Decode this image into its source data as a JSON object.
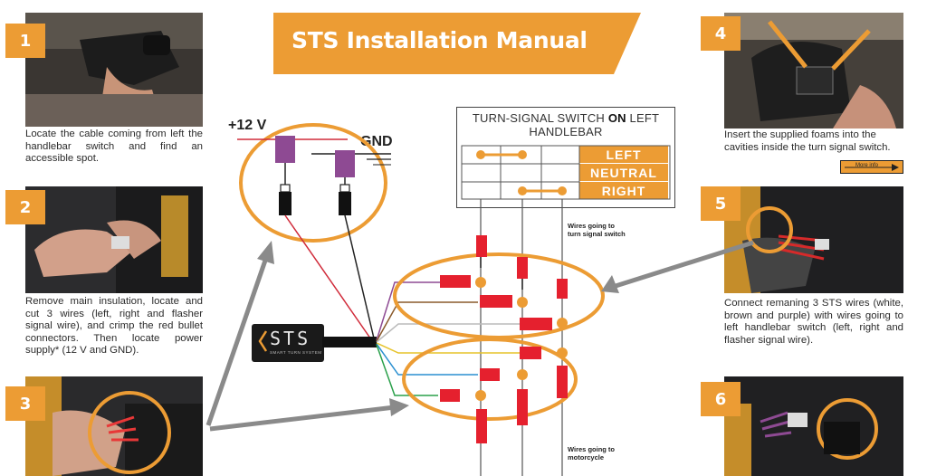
{
  "title": "STS Installation Manual",
  "steps": [
    {
      "number": "1",
      "text": "Locate the cable coming from left the handlebar switch and find an accessible spot."
    },
    {
      "number": "2",
      "text": "Remove main insulation, locate and cut 3 wires (left, right and flasher signal wire), and crimp the red bullet connectors. Then locate power supply* (12 V and GND)."
    },
    {
      "number": "3",
      "text": ""
    },
    {
      "number": "4",
      "text": "Insert the supplied foams into the cavities inside the turn signal switch."
    },
    {
      "number": "5",
      "text": "Connect remaning 3 STS wires (white, brown and purple) with wires going to left handlebar switch (left, right and flasher signal wire)."
    },
    {
      "number": "6",
      "text": ""
    }
  ],
  "more_info": "More info",
  "power": {
    "plus": "+12 V",
    "gnd": "GND"
  },
  "switch_table": {
    "title_pre": "TURN-SIGNAL SWITCH ",
    "title_bold": "ON",
    "title_post": " LEFT HANDLEBAR",
    "rows": [
      "LEFT",
      "NEUTRAL",
      "RIGHT"
    ]
  },
  "notes": {
    "to_switch_line1": "Wires going to",
    "to_switch_line2": "turn signal switch",
    "to_moto_line1": "Wires going to",
    "to_moto_line2": "motorcycle"
  },
  "device": {
    "logo": "STS",
    "subtitle": "SMART TURN SYSTEM"
  },
  "colors": {
    "accent": "#ec9c34",
    "connector": "#e5202e",
    "purple": "#8e4a93",
    "arrow": "#8a8a8a"
  }
}
